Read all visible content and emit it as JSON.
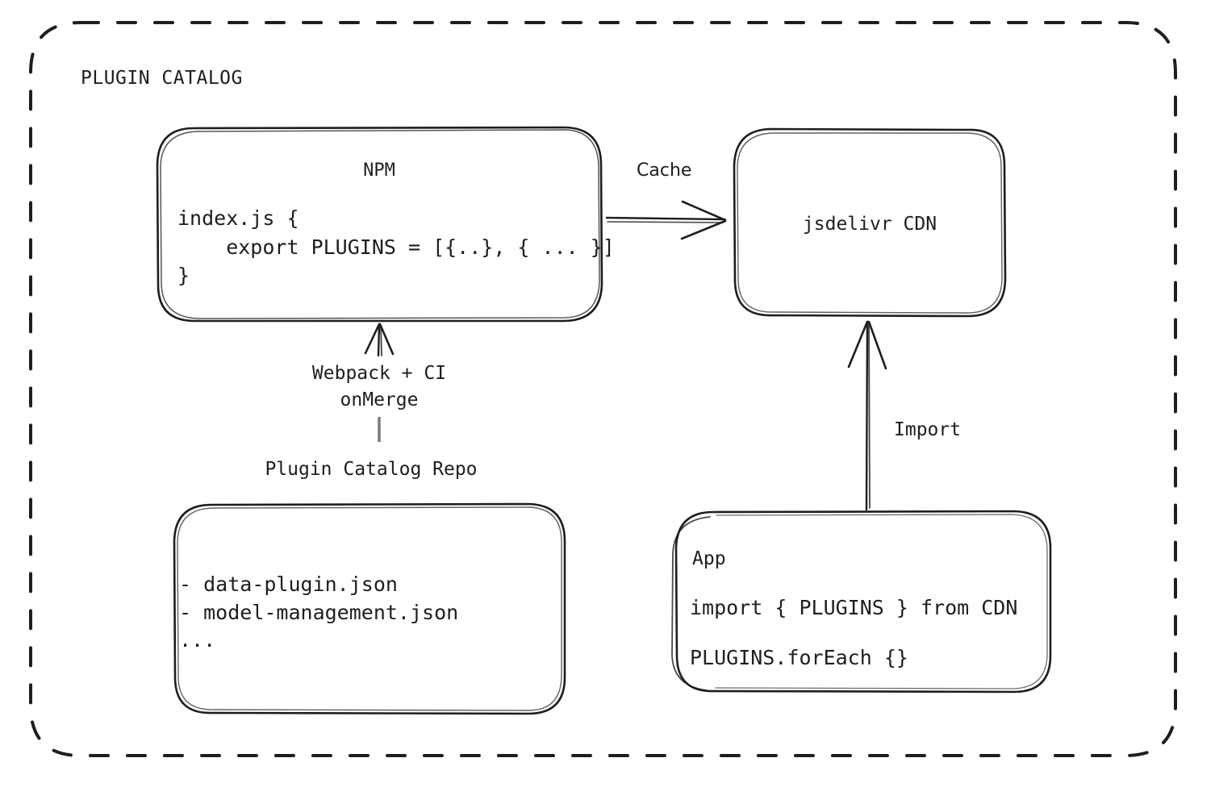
{
  "diagram": {
    "title": "PLUGIN CATALOG",
    "style": "hand-drawn sketch architecture diagram",
    "stroke_color": "#1e1e1e",
    "background_color": "#ffffff",
    "group_border": "dashed rounded rectangle"
  },
  "nodes": {
    "npm": {
      "id": "npm",
      "title": "NPM",
      "code": "index.js {\n    export PLUGINS = [{..}, { ... }]\n}"
    },
    "cdn": {
      "id": "cdn",
      "title": "jsdelivr CDN"
    },
    "repo": {
      "id": "repo",
      "label": "Plugin Catalog Repo",
      "files": "- data-plugin.json\n- model-management.json\n..."
    },
    "app": {
      "id": "app",
      "title": "App",
      "code_line_1": "import { PLUGINS } from CDN",
      "code_line_2": "PLUGINS.forEach {}"
    }
  },
  "edges": {
    "cache": {
      "label": "Cache",
      "from": "npm",
      "to": "cdn",
      "direction": "right"
    },
    "webpack": {
      "label": "Webpack + CI\nonMerge",
      "from": "repo",
      "to": "npm",
      "direction": "up"
    },
    "import": {
      "label": "Import",
      "from": "app",
      "to": "cdn",
      "direction": "up"
    }
  }
}
